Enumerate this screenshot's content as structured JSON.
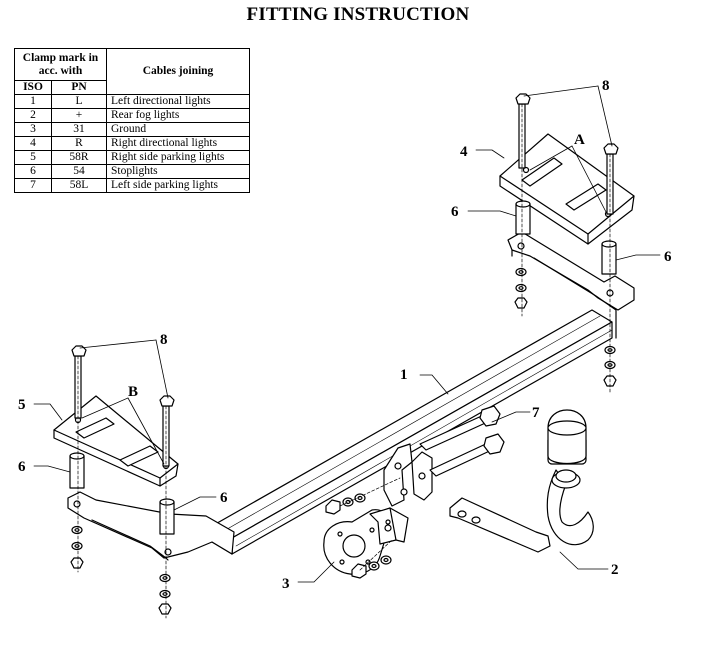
{
  "title": "FITTING INSTRUCTION",
  "table": {
    "header_clamp": "Clamp mark in acc. with",
    "header_cables": "Cables joining",
    "header_iso": "ISO",
    "header_pn": "PN",
    "rows": [
      {
        "iso": "1",
        "pn": "L",
        "cable": "Left directional lights"
      },
      {
        "iso": "2",
        "pn": "+",
        "cable": "Rear fog lights"
      },
      {
        "iso": "3",
        "pn": "31",
        "cable": "Ground"
      },
      {
        "iso": "4",
        "pn": "R",
        "cable": "Right directional lights"
      },
      {
        "iso": "5",
        "pn": "58R",
        "cable": "Right side parking lights"
      },
      {
        "iso": "6",
        "pn": "54",
        "cable": "Stoplights"
      },
      {
        "iso": "7",
        "pn": "58L",
        "cable": "Left side parking lights"
      }
    ]
  },
  "callouts": {
    "part_1": "1",
    "part_2": "2",
    "part_3": "3",
    "part_4": "4",
    "part_5": "5",
    "part_6_a": "6",
    "part_6_b": "6",
    "part_6_c": "6",
    "part_6_d": "6",
    "part_7": "7",
    "part_8_a": "8",
    "part_8_b": "8",
    "detail_a": "A",
    "detail_b": "B"
  }
}
